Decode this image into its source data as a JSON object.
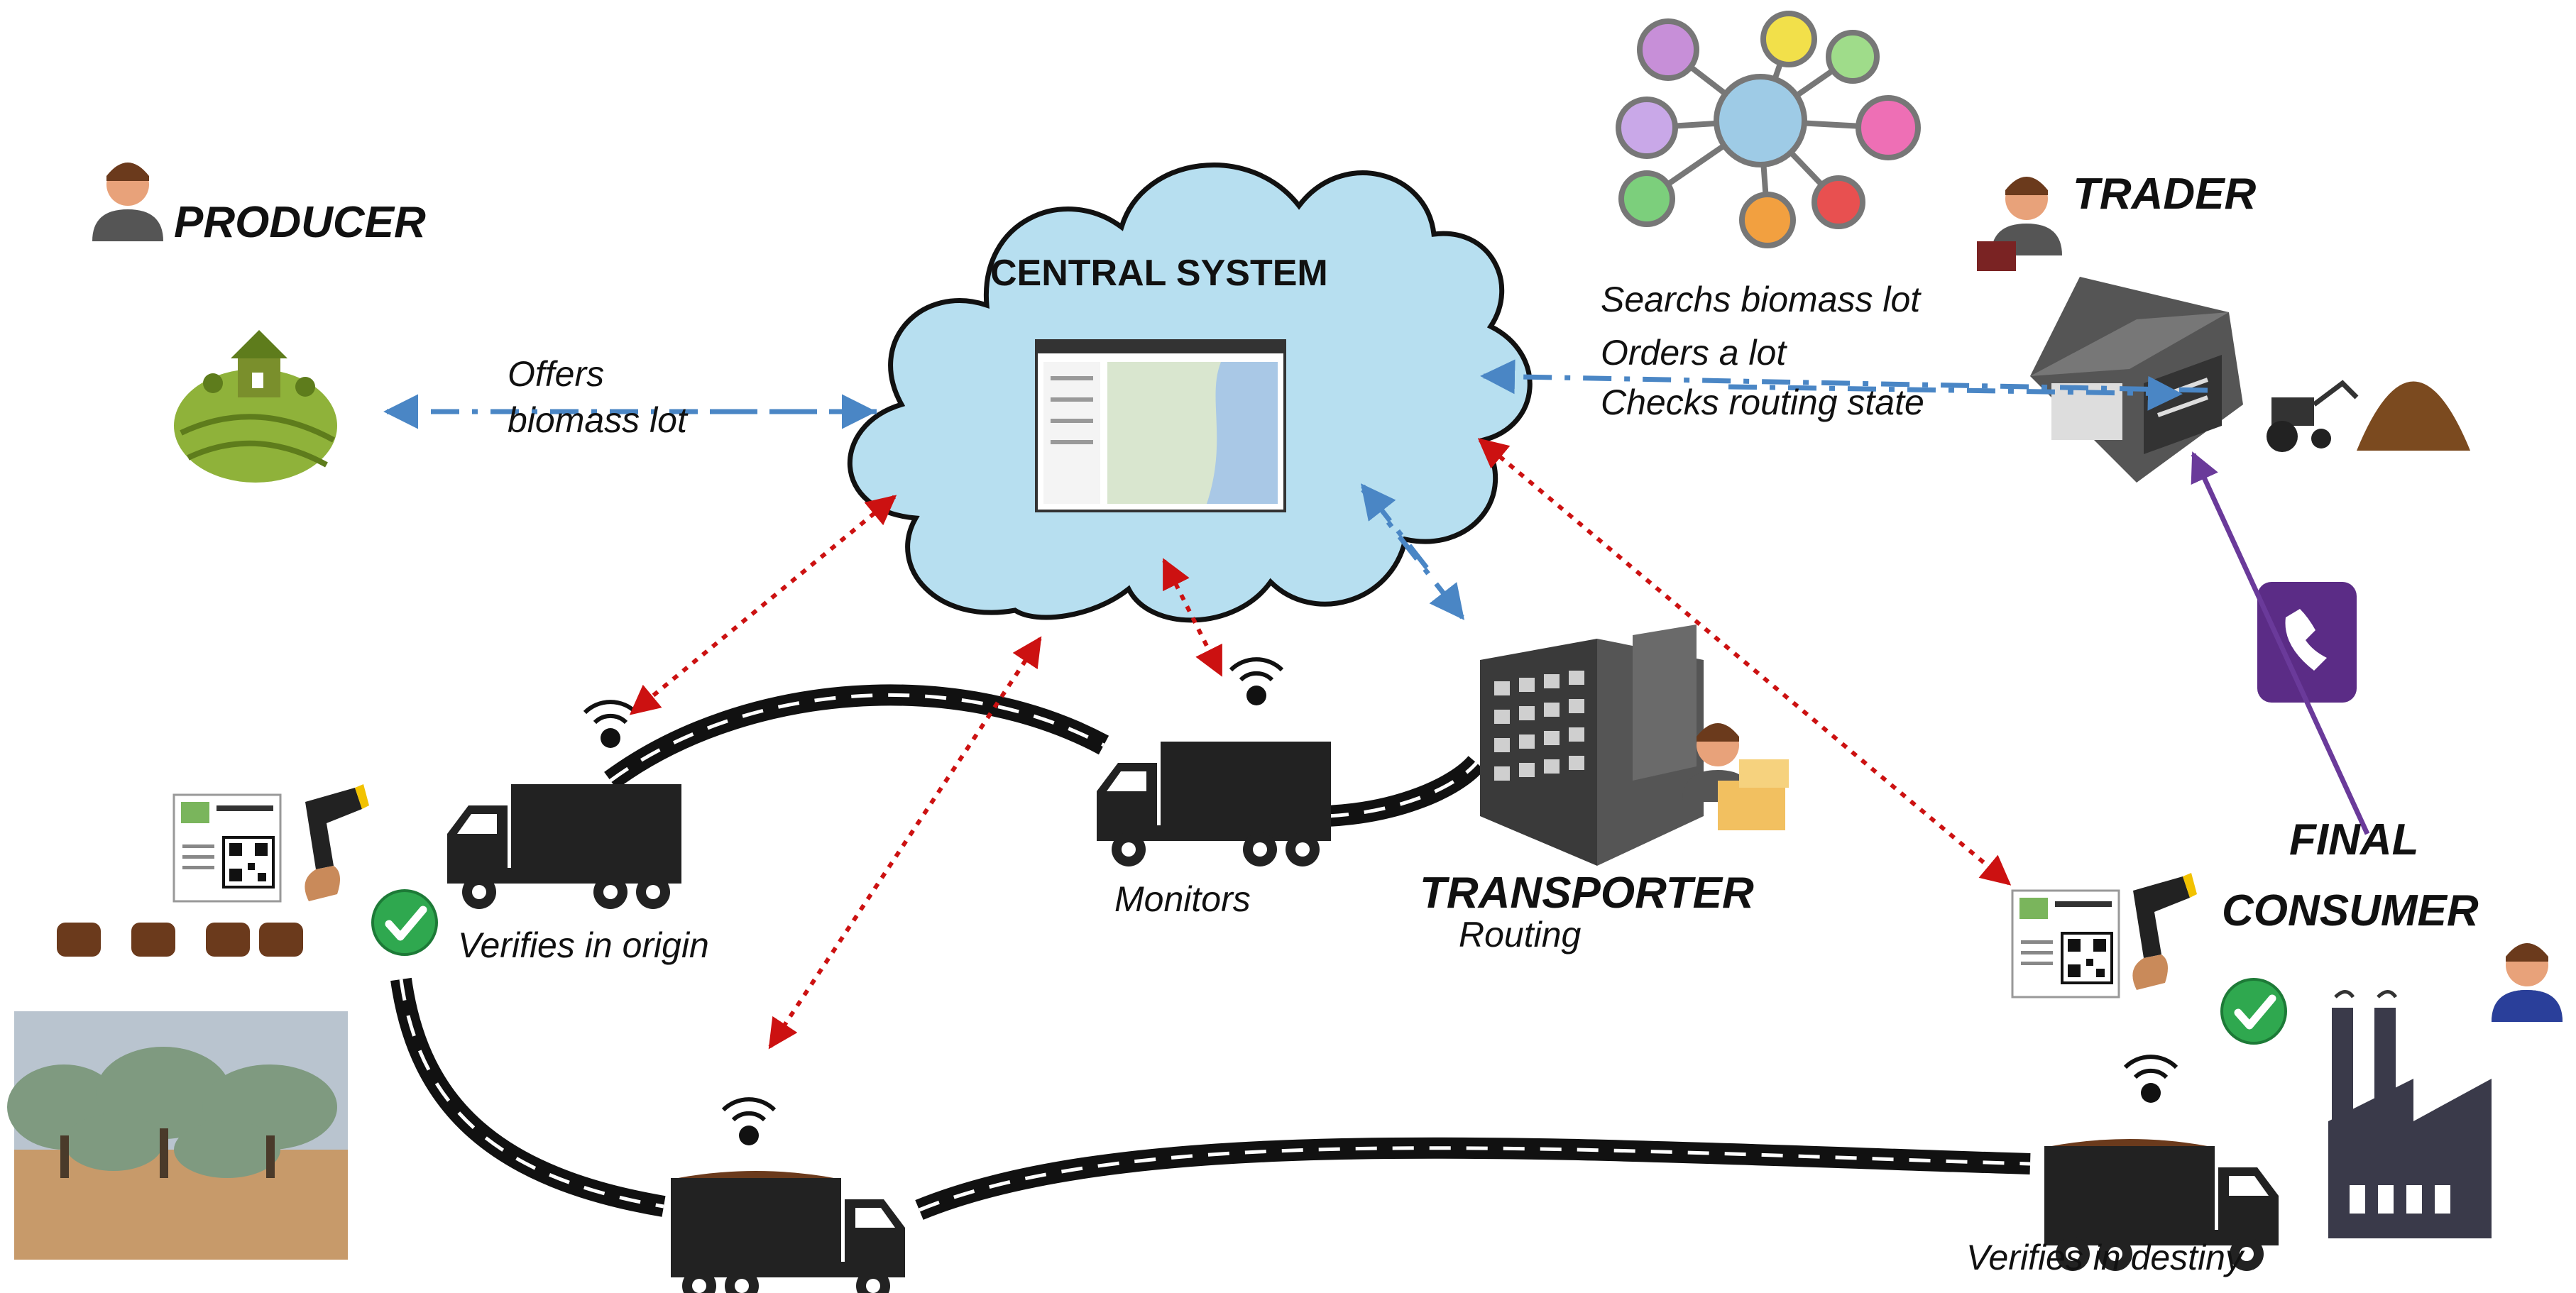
{
  "central": {
    "title": "CENTRAL SYSTEM"
  },
  "roles": {
    "producer": "PRODUCER",
    "trader": "TRADER",
    "transporter": "TRANSPORTER",
    "final_consumer_1": "FINAL",
    "final_consumer_2": "CONSUMER"
  },
  "actions": {
    "offers_1": "Offers",
    "offers_2": "biomass lot",
    "trader_1": "Searchs biomass lot",
    "trader_2": "Orders a lot",
    "trader_3": "Checks routing state",
    "verifies_origin": "Verifies in origin",
    "monitors": "Monitors",
    "routing": "Routing",
    "verifies_destiny": "Verifies in destiny"
  },
  "colors": {
    "cloud": "#b7dff0",
    "dashed_arrow": "#4a86c5",
    "dotted_arrow": "#cc1111",
    "phone_link": "#6a3a9a",
    "road": "#111111",
    "truck": "#222222",
    "building": "#333333",
    "check": "#2fa84f",
    "soil": "#6b3a1c"
  },
  "icons": [
    "producer-icon",
    "farm-icon",
    "cloud-icon",
    "screen-icon",
    "trader-icon",
    "warehouse-icon",
    "tractor-icon",
    "biomass-pile-icon",
    "network-icon",
    "phone-icon",
    "transporter-icon",
    "office-building-icon",
    "truck-icon",
    "qr-card-icon",
    "scanner-icon",
    "check-icon",
    "factory-icon",
    "consumer-icon",
    "wifi-icon",
    "olive-grove-photo"
  ]
}
